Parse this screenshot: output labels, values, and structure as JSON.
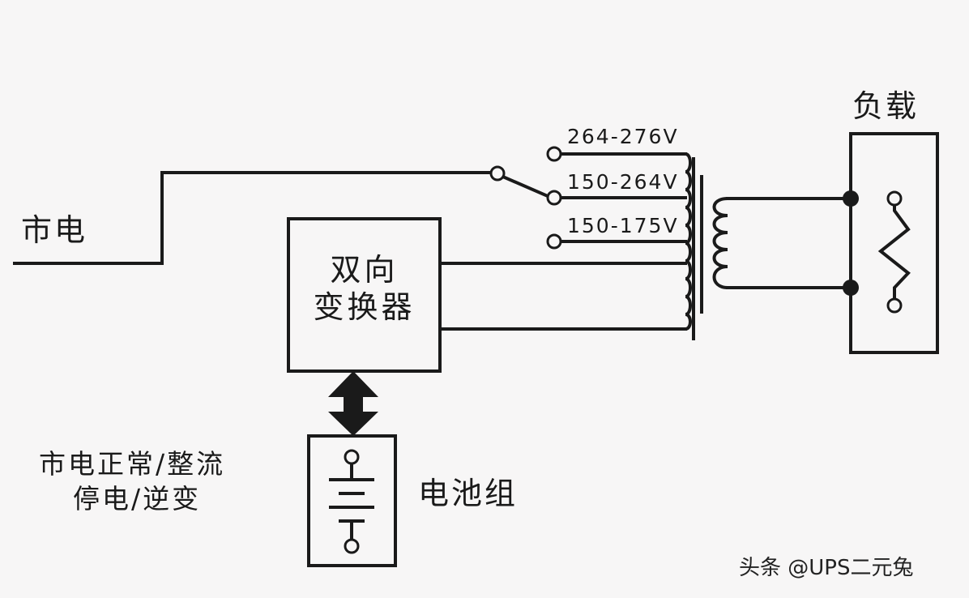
{
  "labels": {
    "mains": "市电",
    "load": "负载",
    "converter_line1": "双向",
    "converter_line2": "变换器",
    "battery": "电池组",
    "mode_line1": "市电正常/整流",
    "mode_line2": "停电/逆变"
  },
  "taps": [
    {
      "label": "264-276V"
    },
    {
      "label": "150-264V"
    },
    {
      "label": "150-175V"
    }
  ],
  "watermark": "头条 @UPS二元兔",
  "colors": {
    "background": "#f7f6f6",
    "line": "#1a1a1a"
  }
}
